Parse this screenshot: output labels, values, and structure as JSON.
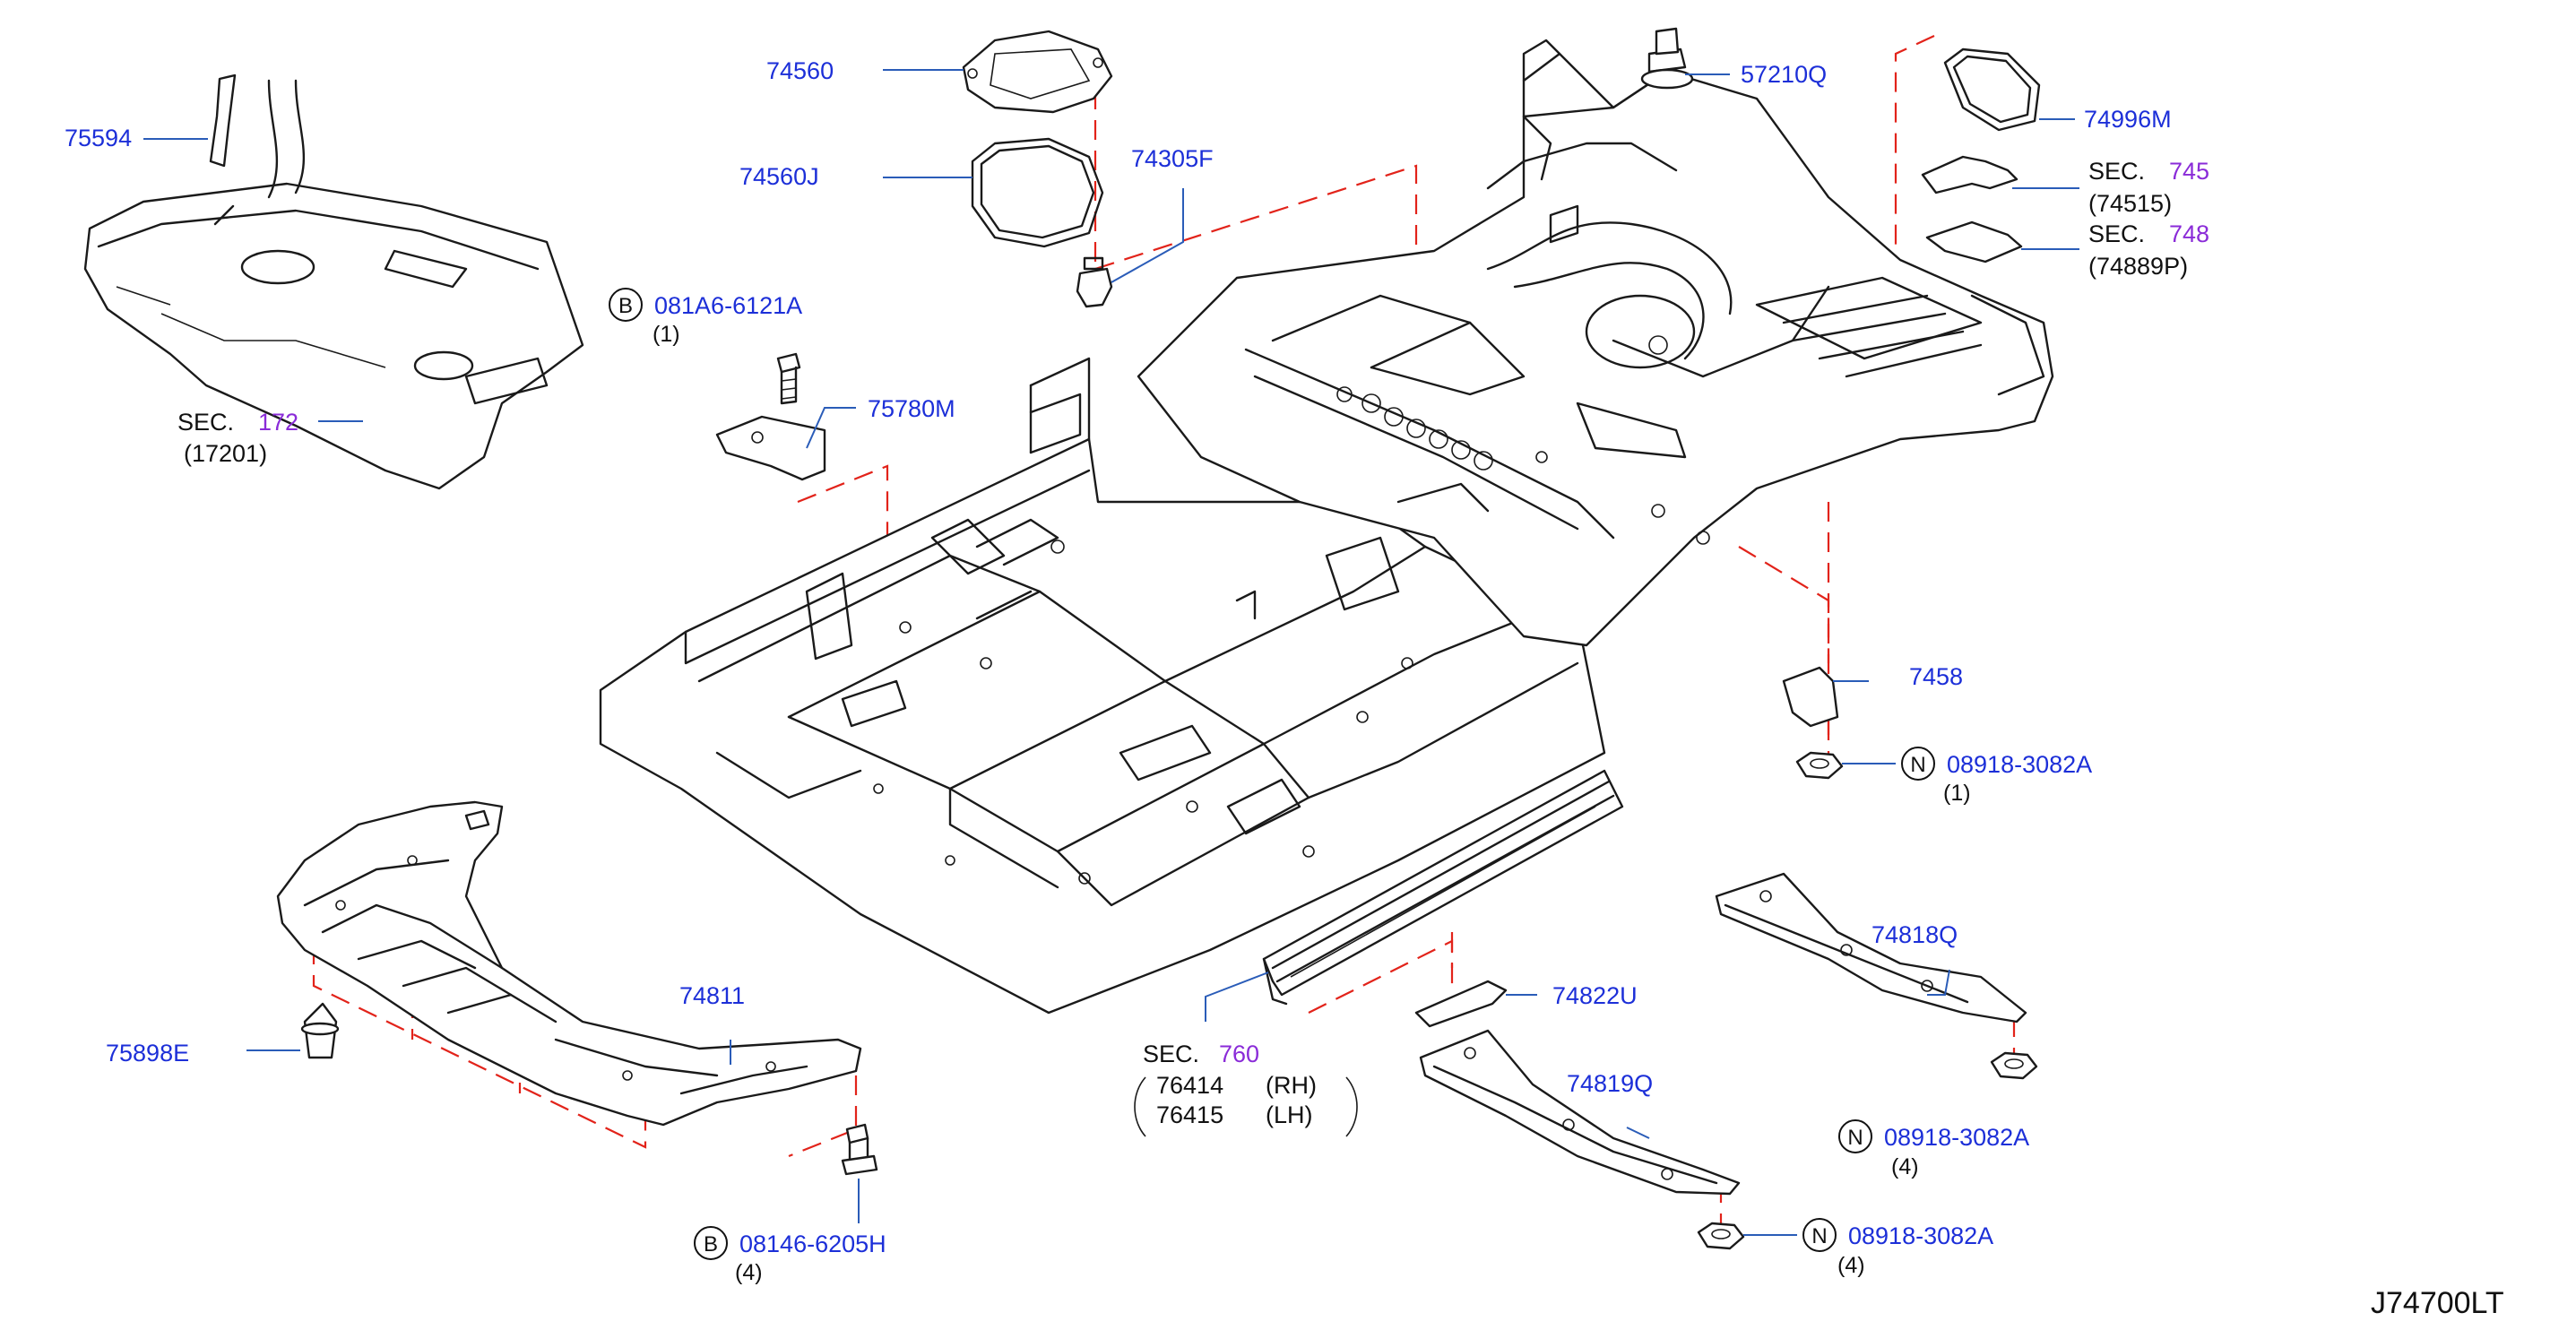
{
  "diagram_code": "J74700LT",
  "callouts": {
    "p75594": "75594",
    "p74560": "74560",
    "p74560J": "74560J",
    "p74305F": "74305F",
    "p57210Q": "57210Q",
    "p74996M": "74996M",
    "p081A6": "081A6-6121A",
    "p081A6_qty": "(1)",
    "p75780M": "75780M",
    "p7458x": "7458",
    "p08918_a": "08918-3082A",
    "p08918_a_qty": "(1)",
    "p74818Q": "74818Q",
    "p08918_b": "08918-3082A",
    "p08918_b_qty": "(4)",
    "p74819Q": "74819Q",
    "p08918_c": "08918-3082A",
    "p08918_c_qty": "(4)",
    "p74822U": "74822U",
    "p74811": "74811",
    "p75898E": "75898E",
    "p08146": "08146-6205H",
    "p08146_qty": "(4)"
  },
  "sections": {
    "sec172": {
      "prefix": "SEC.",
      "num": "172",
      "sub": "(17201)"
    },
    "sec745": {
      "prefix": "SEC.",
      "num": "745",
      "sub": "(74515)"
    },
    "sec748": {
      "prefix": "SEC.",
      "num": "748",
      "sub": "(74889P)"
    },
    "sec760": {
      "prefix": "SEC.",
      "num": "760",
      "rh_num": "76414",
      "rh": "(RH)",
      "lh_num": "76415",
      "lh": "(LH)"
    }
  },
  "markers": {
    "bolt": "B",
    "nut": "N"
  },
  "colors": {
    "part_number": "#1c2fd8",
    "section_number": "#8a2bd8",
    "dashed_guide": "#e2231a"
  }
}
